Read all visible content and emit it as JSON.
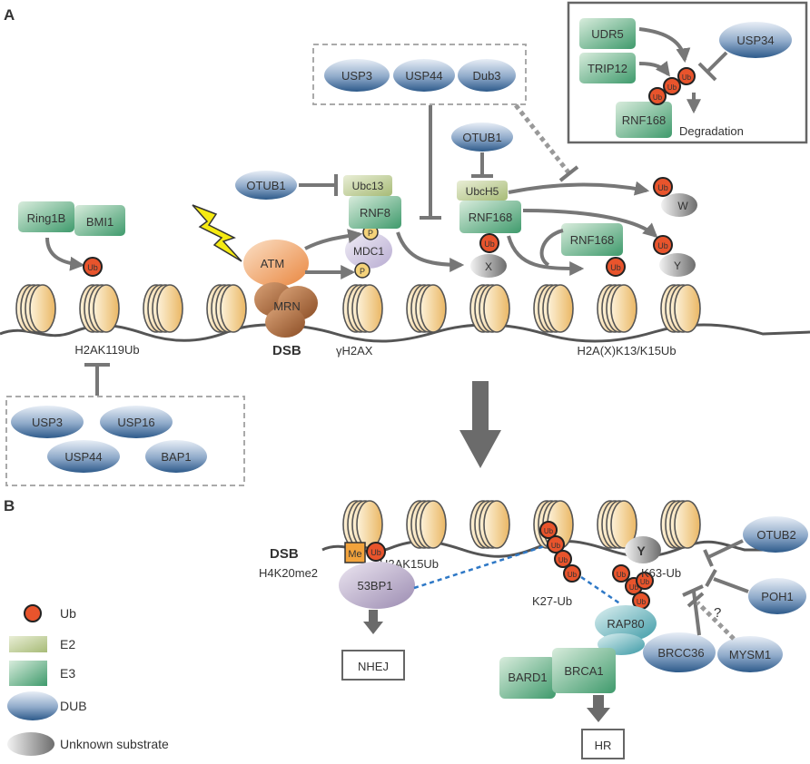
{
  "panels": {
    "a": "A",
    "b": "B"
  },
  "colors": {
    "ub_fill": "#e8542c",
    "phospho_fill": "#f4d27a",
    "e2_green": "#b6c88a",
    "e3_green": "#4fa27a",
    "dub_blue": "#2f5d8c",
    "nucleosome": "#f1c47a",
    "dna": "#555555",
    "arrow": "#777777",
    "dashed_link": "#2e78c6"
  },
  "icons": [
    "lightning-bolt-icon",
    "ub-circle-icon",
    "phospho-circle-icon",
    "nucleosome-icon"
  ],
  "panel_a": {
    "ring1b": "Ring1B",
    "bmi1": "BMI1",
    "ub_label": "Ub",
    "h2ak119ub": "H2AK119Ub",
    "dubs_box": [
      "USP3",
      "USP16",
      "USP44",
      "BAP1"
    ],
    "atm": "ATM",
    "mrn": "MRN",
    "dsb": "DSB",
    "gamma_h2ax": "γH2AX",
    "otub1_left": "OTUB1",
    "ubc13": "Ubc13",
    "rnf8": "RNF8",
    "mdc1": "MDC1",
    "phospho": "P",
    "top_dubs": [
      "USP3",
      "USP44",
      "Dub3"
    ],
    "otub1_mid": "OTUB1",
    "ubch5": "UbcH5",
    "rnf168": "RNF168",
    "rnf168_b": "RNF168",
    "substrate_x": "X",
    "substrate_w": "W",
    "substrate_y": "Y",
    "h2a_k13": "H2A(X)K13/K15Ub",
    "inset": {
      "udr5": "UDR5",
      "trip12": "TRIP12",
      "usp34": "USP34",
      "rnf168": "RNF168",
      "degradation": "Degradation"
    }
  },
  "panel_b": {
    "dsb": "DSB",
    "me": "Me",
    "h4k20me2": "H4K20me2",
    "h2ak15ub": "H2AK15Ub",
    "bp53": "53BP1",
    "nhej": "NHEJ",
    "k27ub": "K27-Ub",
    "k63ub": "K63-Ub",
    "substrate_y": "Y",
    "rap80": "RAP80",
    "brcc36": "BRCC36",
    "bard1": "BARD1",
    "brca1": "BRCA1",
    "hr": "HR",
    "otub2": "OTUB2",
    "poh1": "POH1",
    "mysm1": "MYSM1",
    "question": "?"
  },
  "legend": {
    "ub": "Ub",
    "e2": "E2",
    "e3": "E3",
    "dub": "DUB",
    "unknown": "Unknown substrate"
  }
}
